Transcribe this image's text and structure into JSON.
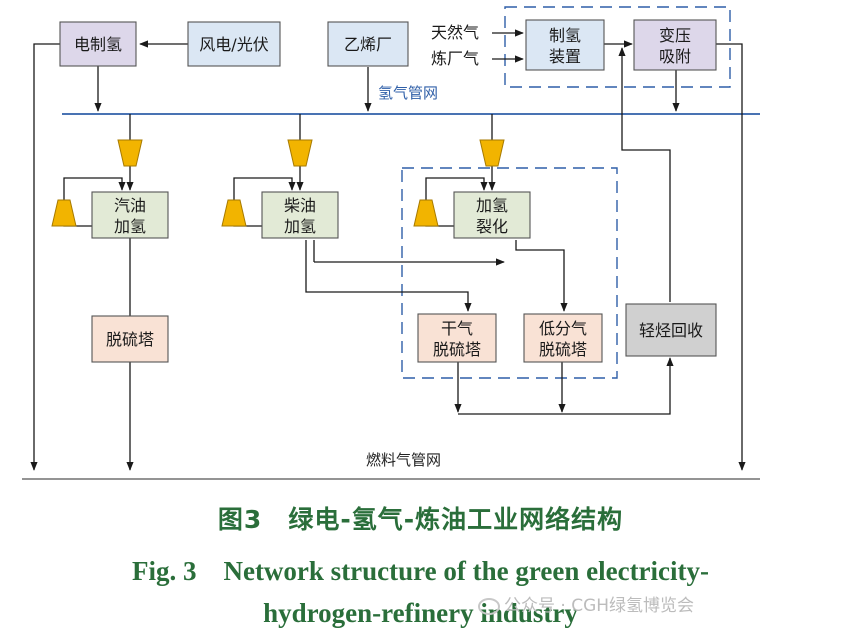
{
  "nodes": {
    "electrolysis": "电制氢",
    "wind_solar": "风电/光伏",
    "ethylene": "乙烯厂",
    "natural_gas": "天然气",
    "refinery_gas": "炼厂气",
    "h2_production": [
      "制氢",
      "装置"
    ],
    "psa": [
      "变压",
      "吸附"
    ],
    "h2_network": "氢气管网",
    "gasoline_hydro": [
      "汽油",
      "加氢"
    ],
    "diesel_hydro": [
      "柴油",
      "加氢"
    ],
    "hydrocracking": [
      "加氢",
      "裂化"
    ],
    "desulfurizer": "脱硫塔",
    "dry_gas_desulf": [
      "干气",
      "脱硫塔"
    ],
    "low_gas_desulf": [
      "低分气",
      "脱硫塔"
    ],
    "light_hc_recovery": "轻烃回收",
    "fuel_gas_network": "燃料气管网"
  },
  "caption": {
    "cn": "图3　绿电-氢气-炼油工业网络结构",
    "en_line1": "Fig. 3　Network structure of the green electricity-",
    "en_line2": "hydrogen-refinery industry"
  },
  "watermark": "公众号 · CGH绿氢博览会",
  "colors": {
    "electrolysis_fill": "#ddd7ea",
    "wind_fill": "#dbe7f4",
    "hydro_fill": "#e2ead6",
    "desulf_fill": "#f9e2d5",
    "recovery_fill": "#d0d0d0",
    "compressor": "#f2b400",
    "pipeline": "#2f5fa8",
    "dashed": "#2f5fa8",
    "caption": "#2a6e3a"
  }
}
